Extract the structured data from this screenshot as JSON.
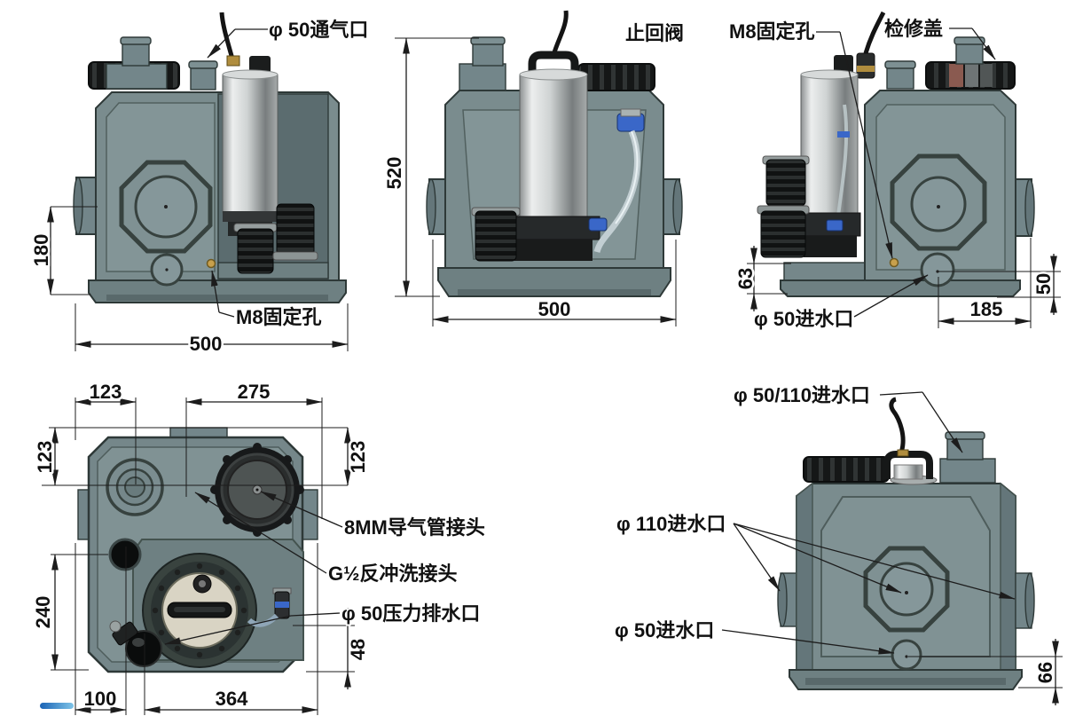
{
  "drawing": {
    "front": {
      "vent": "φ 50通气口",
      "m8": "M8固定孔",
      "h180": "180",
      "w500": "500"
    },
    "side": {
      "check_valve": "止回阀",
      "h520": "520",
      "w500": "500"
    },
    "right": {
      "m8": "M8固定孔",
      "cover": "检修盖",
      "inlet50": "φ 50进水口",
      "h63": "63",
      "h50": "50",
      "w185": "185"
    },
    "top": {
      "air_tube": "8MM导气管接头",
      "backwash": "G½反冲洗接头",
      "outlet": "φ 50压力排水口",
      "w123": "123",
      "w275": "275",
      "left123": "123",
      "right123": "123",
      "left240": "240",
      "w100": "100",
      "w364": "364",
      "right48": "48"
    },
    "back": {
      "inlet50_110": "φ 50/110进水口",
      "inlet110": "φ 110进水口",
      "inlet50": "φ 50进水口",
      "h66": "66"
    },
    "accent": {
      "body_color": "#7a8c8e",
      "logo_blue": "#2f7fd6"
    }
  }
}
